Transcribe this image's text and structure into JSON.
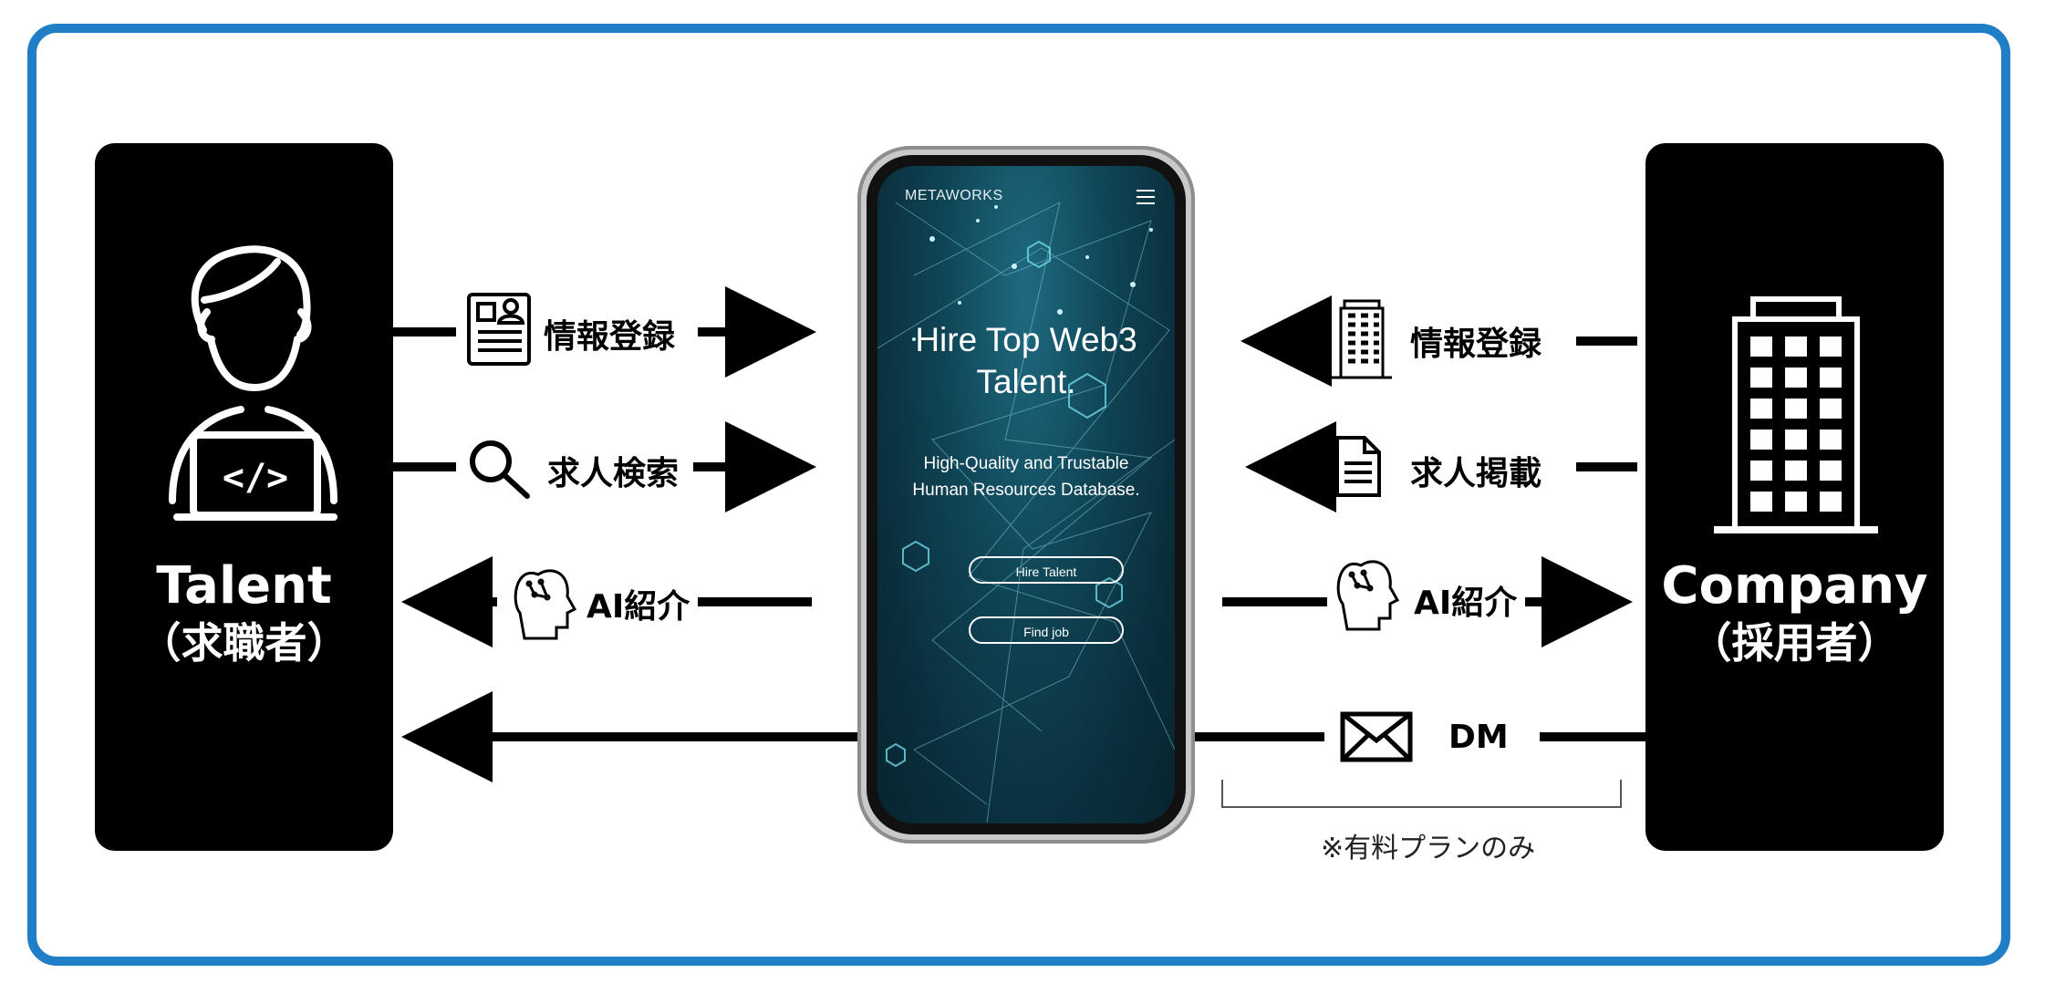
{
  "talent": {
    "title": "Talent",
    "subtitle": "（求職者）"
  },
  "company": {
    "title": "Company",
    "subtitle": "（採用者）"
  },
  "flows_left": {
    "register": "情報登録",
    "search": "求人検索",
    "ai": "AI紹介"
  },
  "flows_right": {
    "register": "情報登録",
    "post": "求人掲載",
    "ai": "AI紹介",
    "dm": "DM"
  },
  "note": "※有料プランのみ",
  "phone": {
    "brand": "METAWORKS",
    "headline_1": "Hire Top Web3",
    "headline_2": "Talent.",
    "sub_1": "High-Quality and Trustable",
    "sub_2": "Human Resources Database.",
    "button_hire": "Hire Talent",
    "button_find": "Find job"
  },
  "colors": {
    "frame": "#1f7ec6",
    "panel": "#000000",
    "phone_bg": "#0e3a4a",
    "node": "#6fd8ea"
  },
  "icons": [
    "developer-person-icon",
    "building-icon",
    "profile-card-icon",
    "magnifier-icon",
    "ai-head-icon",
    "office-building-icon",
    "document-icon",
    "envelope-icon",
    "menu-icon"
  ]
}
